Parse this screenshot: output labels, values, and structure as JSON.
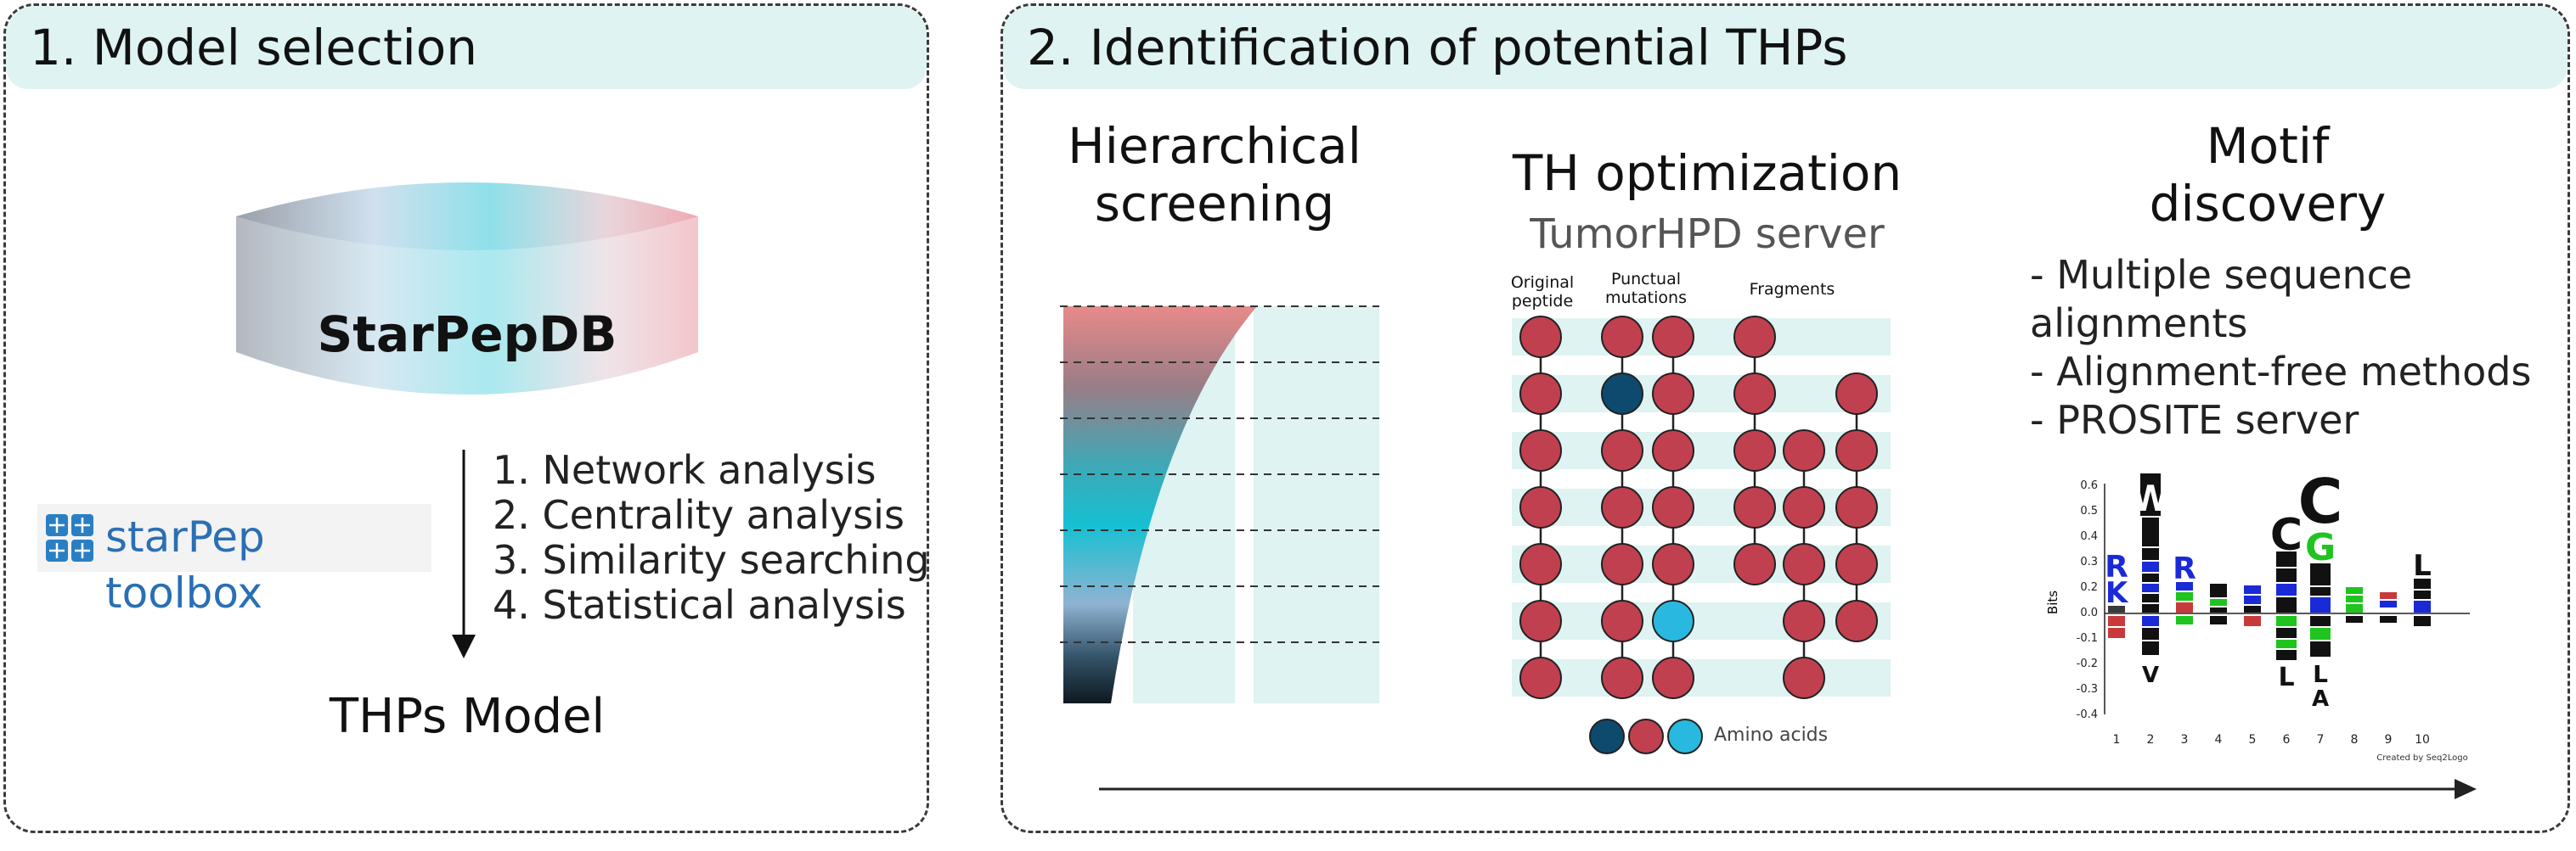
{
  "panel1": {
    "title": "1. Model selection",
    "database": "StarPepDB",
    "toolbox": "starPep toolbox",
    "steps": [
      "1.  Network analysis",
      "2. Centrality analysis",
      "3. Similarity searching",
      "4. Statistical analysis"
    ],
    "output": "THPs Model"
  },
  "panel2": {
    "title": "2. Identification of potential THPs",
    "screening": {
      "title_line1": "Hierarchical",
      "title_line2": "screening"
    },
    "optimization": {
      "title": "TH optimization",
      "server": "TumorHPD server",
      "col_original": [
        "Original",
        "peptide"
      ],
      "col_punctual": [
        "Punctual",
        "mutations"
      ],
      "col_fragments": "Fragments",
      "legend": "Amino acids"
    },
    "motif": {
      "title_line1": "Motif",
      "title_line2": "discovery",
      "methods": [
        "- Multiple sequence",
        "alignments",
        "- Alignment-free methods",
        "- PROSITE server"
      ],
      "logo": {
        "ylabel": "Bits",
        "yticks": [
          "0.6",
          "0.5",
          "0.4",
          "0.3",
          "0.2",
          "0.1",
          "0.0",
          "-0.1",
          "-0.2",
          "-0.3",
          "-0.4"
        ],
        "xticks": [
          "1",
          "2",
          "3",
          "4",
          "5",
          "6",
          "7",
          "8",
          "9",
          "10"
        ],
        "credit": "Created by Seq2Logo"
      }
    }
  },
  "colors": {
    "header": "#def3f2",
    "residue": "#c0404f",
    "mutant_dark": "#0d4a6e",
    "mutant_light": "#29b9e0",
    "band": "#def3f2"
  }
}
